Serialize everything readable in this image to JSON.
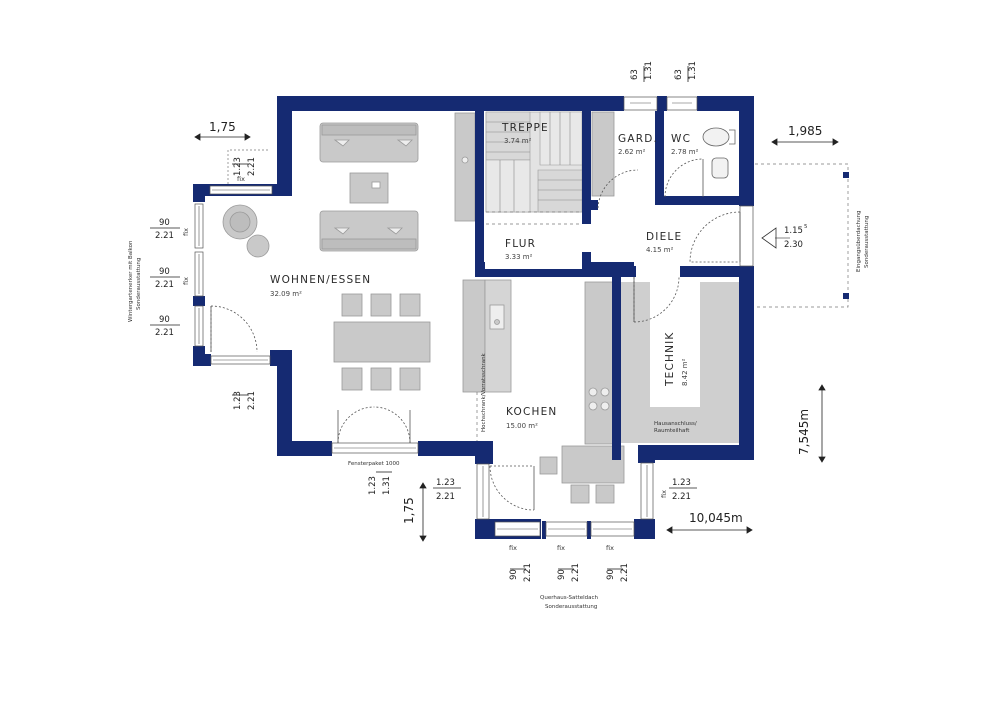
{
  "colors": {
    "wall": "#152a72",
    "furniture": "#c9c9c9",
    "tech": "#cfcfcf",
    "line": "#333333"
  },
  "rooms": {
    "wohnen": {
      "name": "WOHNEN/ESSEN",
      "area": "32.09 m²"
    },
    "treppe": {
      "name": "TREPPE",
      "area": "3.74 m²"
    },
    "gard": {
      "name": "GARD.",
      "area": "2.62 m²"
    },
    "wc": {
      "name": "WC",
      "area": "2.78 m²"
    },
    "flur": {
      "name": "FLUR",
      "area": "3.33 m²"
    },
    "diele": {
      "name": "DIELE",
      "area": "4.15 m²"
    },
    "kochen": {
      "name": "KOCHEN",
      "area": "15.00 m²"
    },
    "technik": {
      "name": "TECHNIK",
      "area": "8.42 m²"
    }
  },
  "dimensions": {
    "d175_top": "1,75",
    "d1985": "1,985",
    "d7545": "7,545m",
    "d10045": "10,045m",
    "d175_bottom": "1,75",
    "entry_a": "1.15",
    "entry_a_sup": "5",
    "entry_b": "2.30"
  },
  "windows": {
    "w63_a": [
      "63",
      "1.31"
    ],
    "w63_b": [
      "63",
      "1.31"
    ],
    "w123_top": [
      "1.23",
      "2.21"
    ],
    "w90_1": [
      "90",
      "2.21"
    ],
    "w90_2": [
      "90",
      "2.21"
    ],
    "w90_3": [
      "90",
      "2.21"
    ],
    "w123_left_bottom": [
      "1.23",
      "2.21"
    ],
    "w123_131": [
      "1.23",
      "1.31"
    ],
    "w123_kitchen": [
      "1.23",
      "2.21"
    ],
    "w123_right": [
      "1.23",
      "2.21"
    ],
    "w90_b1": [
      "90",
      "2.21"
    ],
    "w90_b2": [
      "90",
      "2.21"
    ],
    "w90_b3": [
      "90",
      "2.21"
    ]
  },
  "labels": {
    "fix": "fix",
    "fensterpaket": "Fensterpaket 1000",
    "hausanschluss_1": "Hausanschluss/",
    "hausanschluss_2": "Raumteilhaft",
    "wintergarten_1": "Wintergartenerker mit Balkon",
    "wintergarten_2": "Sonderausstattung",
    "eingang_1": "Eingangsüberdachung",
    "eingang_2": "Sonderausstattung",
    "querhaus_1": "Querhaus-Satteldach",
    "querhaus_2": "Sonderausstattung",
    "schrank": "Hochschrank/Vorratsschrank"
  }
}
